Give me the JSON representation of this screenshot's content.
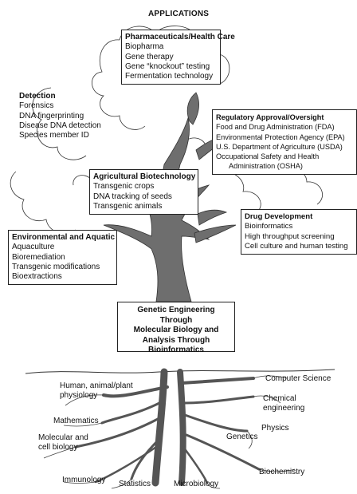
{
  "title": "APPLICATIONS",
  "pharma": {
    "heading": "Pharmaceuticals/Health Care",
    "items": [
      "Biopharma",
      "Gene therapy",
      "Gene “knockout” testing",
      "Fermentation technology"
    ]
  },
  "detection": {
    "heading": "Detection",
    "items": [
      "Forensics",
      "DNA fingerprinting",
      "Disease DNA detection",
      "Species member ID"
    ]
  },
  "regulatory": {
    "heading": "Regulatory Approval/Oversight",
    "items": [
      "Food and Drug Administration (FDA)",
      "Environmental Protection Agency (EPA)",
      "U.S. Department of Agriculture (USDA)",
      "Occupational Safety and Health",
      "Administration (OSHA)"
    ]
  },
  "agricultural": {
    "heading": "Agricultural Biotechnology",
    "items": [
      "Transgenic crops",
      "DNA tracking of seeds",
      "Transgenic animals"
    ]
  },
  "drug": {
    "heading": "Drug Development",
    "items": [
      "Bioinformatics",
      "High throughput screening",
      "Cell culture and human testing"
    ]
  },
  "environmental": {
    "heading": "Environmental and Aquatic",
    "items": [
      "Aquaculture",
      "Bioremediation",
      "Transgenic modifications",
      "Bioextractions"
    ]
  },
  "center": {
    "lines": [
      "Genetic Engineering Through",
      "Molecular Biology and",
      "Analysis Through",
      "Bioinformatics"
    ]
  },
  "roots": {
    "human": [
      "Human, animal/plant",
      "physiology"
    ],
    "computer_science": "Computer Science",
    "chemical": [
      "Chemical",
      "engineering"
    ],
    "mathematics": "Mathematics",
    "physics": "Physics",
    "genetics": "Genetics",
    "molecular": [
      "Molecular and",
      "cell biology"
    ],
    "biochemistry": "Biochemistry",
    "immunology": "Immunology",
    "statistics": "Statistics",
    "microbiology": "Microbiology"
  }
}
